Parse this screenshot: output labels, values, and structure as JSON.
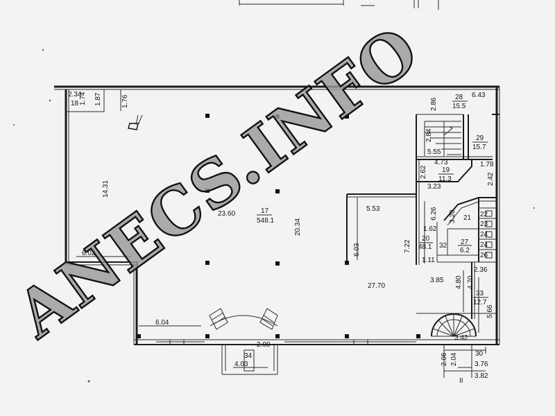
{
  "watermark": {
    "text": "ANECS.INFO"
  },
  "rooms": [
    {
      "id": "17",
      "number": "17",
      "area": "548.1"
    },
    {
      "id": "18",
      "number": "18",
      "area": ""
    },
    {
      "id": "19",
      "number": "19",
      "area": "11.3"
    },
    {
      "id": "20",
      "number": "20",
      "area": "48.1"
    },
    {
      "id": "21",
      "number": "21",
      "area": ""
    },
    {
      "id": "22",
      "number": "22",
      "area": ""
    },
    {
      "id": "23",
      "number": "23",
      "area": ""
    },
    {
      "id": "24a",
      "number": "24",
      "area": ""
    },
    {
      "id": "24b",
      "number": "24",
      "area": ""
    },
    {
      "id": "26",
      "number": "26",
      "area": ""
    },
    {
      "id": "27",
      "number": "27",
      "area": "6.2"
    },
    {
      "id": "28",
      "number": "28",
      "area": "15.5"
    },
    {
      "id": "29",
      "number": "29",
      "area": "15.7"
    },
    {
      "id": "30",
      "number": "30",
      "area": ""
    },
    {
      "id": "32",
      "number": "32",
      "area": ""
    },
    {
      "id": "33",
      "number": "33",
      "area": "12.7"
    },
    {
      "id": "34",
      "number": "34",
      "area": ""
    }
  ],
  "dimensions": [
    "2.34",
    "1.74",
    "1.87",
    "1.76",
    "14.31",
    "23.60",
    "20.34",
    "6.02",
    "6.04",
    "6.03",
    "5.53",
    "7.22",
    "27.70",
    "6.26",
    "1.62",
    "3.20",
    "1.11",
    "3.85",
    "4.80",
    "4.70",
    "2.36",
    "5.66",
    "3.42",
    "2.06",
    "2.04",
    "3.76",
    "3.82",
    "4.03",
    "2.00",
    "2.84",
    "5.55",
    "4.73",
    "1.78",
    "2.62",
    "3.23",
    "2.42",
    "6.43",
    "2.86"
  ],
  "misc": {
    "axis_mark": "II"
  }
}
